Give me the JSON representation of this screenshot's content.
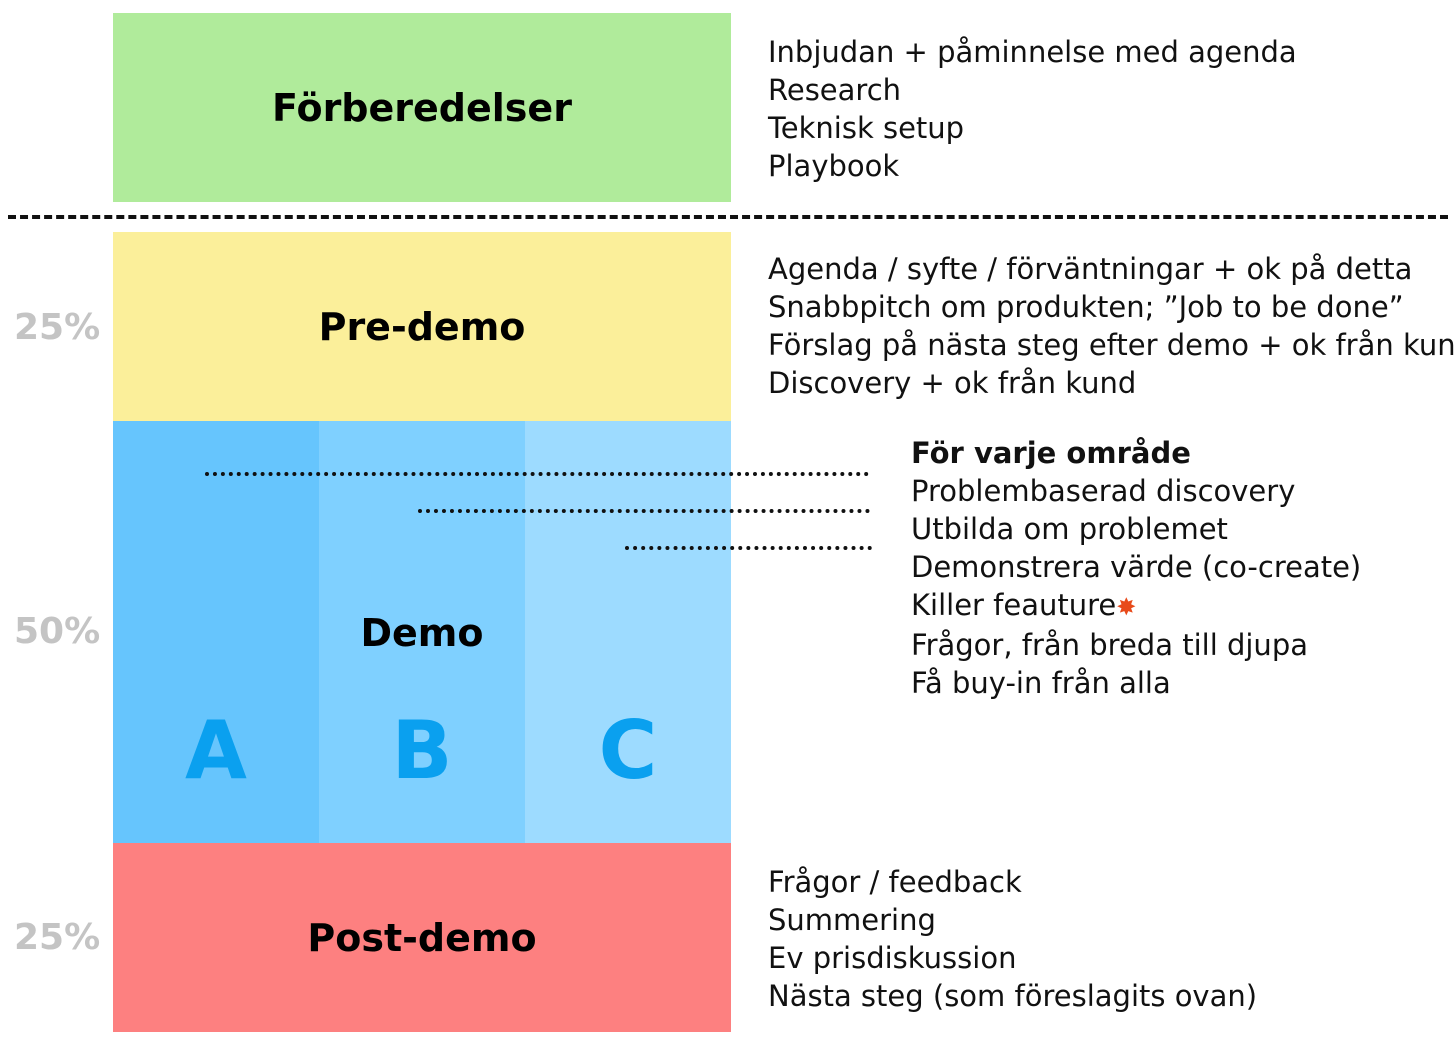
{
  "colors": {
    "forberedelser": "#b0eb9b",
    "predemo": "#fbef9a",
    "demo_a": "#66c5fd",
    "demo_b": "#7fd0ff",
    "demo_c": "#9ddbff",
    "letters": "#0aa0ef",
    "postdemo": "#fd8080",
    "percent": "#c4c4c4"
  },
  "blocks": {
    "forberedelser": {
      "title": "Förberedelser",
      "items": [
        "Inbjudan + påminnelse med agenda",
        "Research",
        "Teknisk setup",
        "Playbook"
      ]
    },
    "predemo": {
      "title": "Pre-demo",
      "percent": "25%",
      "items": [
        "Agenda / syfte / förväntningar + ok på detta",
        "Snabbpitch om produkten; ”Job to be done”",
        "Förslag på nästa steg efter demo + ok från kund",
        "Discovery + ok från kund"
      ]
    },
    "demo": {
      "title": "Demo",
      "percent": "50%",
      "letters": [
        "A",
        "B",
        "C"
      ],
      "heading": "För varje område",
      "items": [
        "Problembaserad discovery",
        "Utbilda om problemet",
        "Demonstrera värde (co-create)",
        "Killer feauture",
        "Frågor, från breda till djupa",
        "Få buy-in från alla"
      ],
      "icon": "collision-icon"
    },
    "postdemo": {
      "title": "Post-demo",
      "percent": "25%",
      "items": [
        "Frågor / feedback",
        "Summering",
        "Ev prisdiskussion",
        "Nästa steg (som föreslagits ovan)"
      ]
    }
  }
}
